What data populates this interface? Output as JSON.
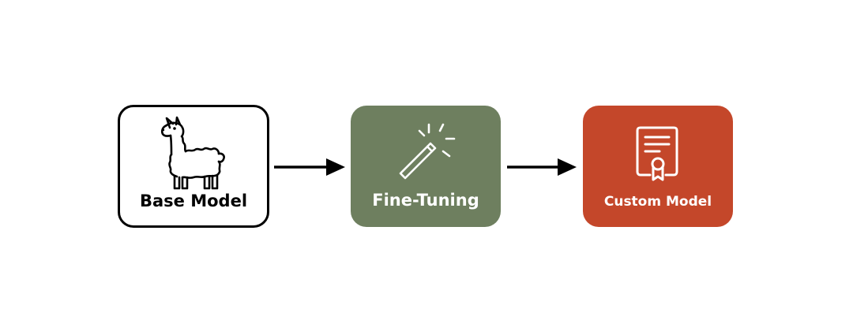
{
  "diagram": {
    "nodes": [
      {
        "label": "Base Model",
        "icon": "llama-icon",
        "fill": "#ffffff",
        "stroke": "#000000",
        "text_color": "#000000"
      },
      {
        "label": "Fine-Tuning",
        "icon": "magic-wand-icon",
        "fill": "#6e7f5f",
        "text_color": "#ffffff"
      },
      {
        "label": "Custom Model",
        "icon": "certificate-icon",
        "fill": "#c4472a",
        "text_color": "#ffffff"
      }
    ],
    "edges": [
      {
        "from": "Base Model",
        "to": "Fine-Tuning",
        "color": "#000000"
      },
      {
        "from": "Fine-Tuning",
        "to": "Custom Model",
        "color": "#000000"
      }
    ]
  }
}
